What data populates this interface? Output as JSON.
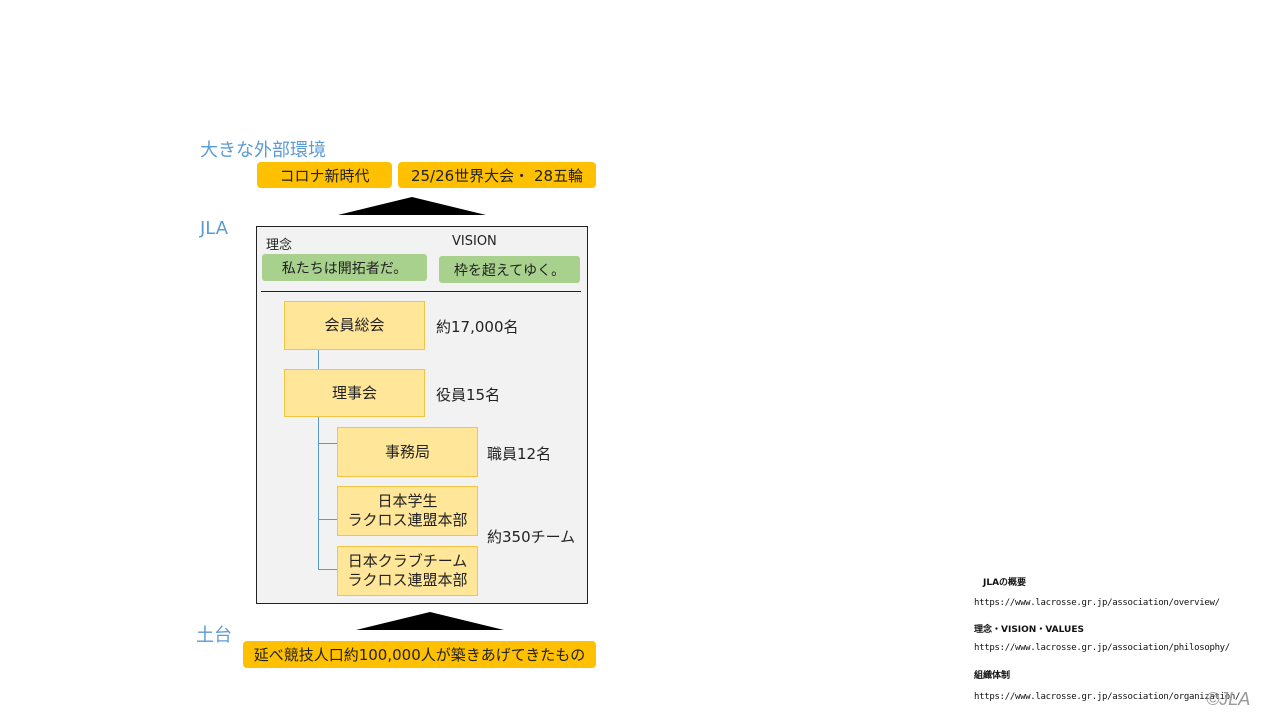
{
  "external": {
    "label": "大きな外部環境",
    "items": [
      "コロナ新時代",
      "25/26世界大会・ 28五輪"
    ]
  },
  "jla": {
    "label": "JLA",
    "philosophy": {
      "label": "理念",
      "text": "私たちは開拓者だ。"
    },
    "vision": {
      "label": "VISION",
      "text": "枠を超えてゆく。"
    },
    "org": {
      "general_meeting": {
        "name": "会員総会",
        "count": "約17,000名"
      },
      "board": {
        "name": "理事会",
        "count": "役員15名"
      },
      "secretariat": {
        "name": "事務局",
        "count": "職員12名"
      },
      "student_league": {
        "name_line1": "日本学生",
        "name_line2": "ラクロス連盟本部"
      },
      "club_league": {
        "name_line1": "日本クラブチーム",
        "name_line2": "ラクロス連盟本部"
      },
      "teams_count": "約350チーム"
    }
  },
  "foundation": {
    "label": "土台",
    "text": "延べ競技人口約100,000人が築きあげてきたもの"
  },
  "references": [
    {
      "title": "JLAの概要",
      "url": "https://www.lacrosse.gr.jp/association/overview/"
    },
    {
      "title": "理念・VISION・VALUES",
      "url": "https://www.lacrosse.gr.jp/association/philosophy/"
    },
    {
      "title": "組織体制",
      "url": "https://www.lacrosse.gr.jp/association/organization/"
    }
  ],
  "watermark": "©JLA",
  "colors": {
    "accent_blue": "#5b9bd5",
    "orange": "#ffc000",
    "green": "#a9d18e",
    "light_yellow": "#ffe699"
  }
}
